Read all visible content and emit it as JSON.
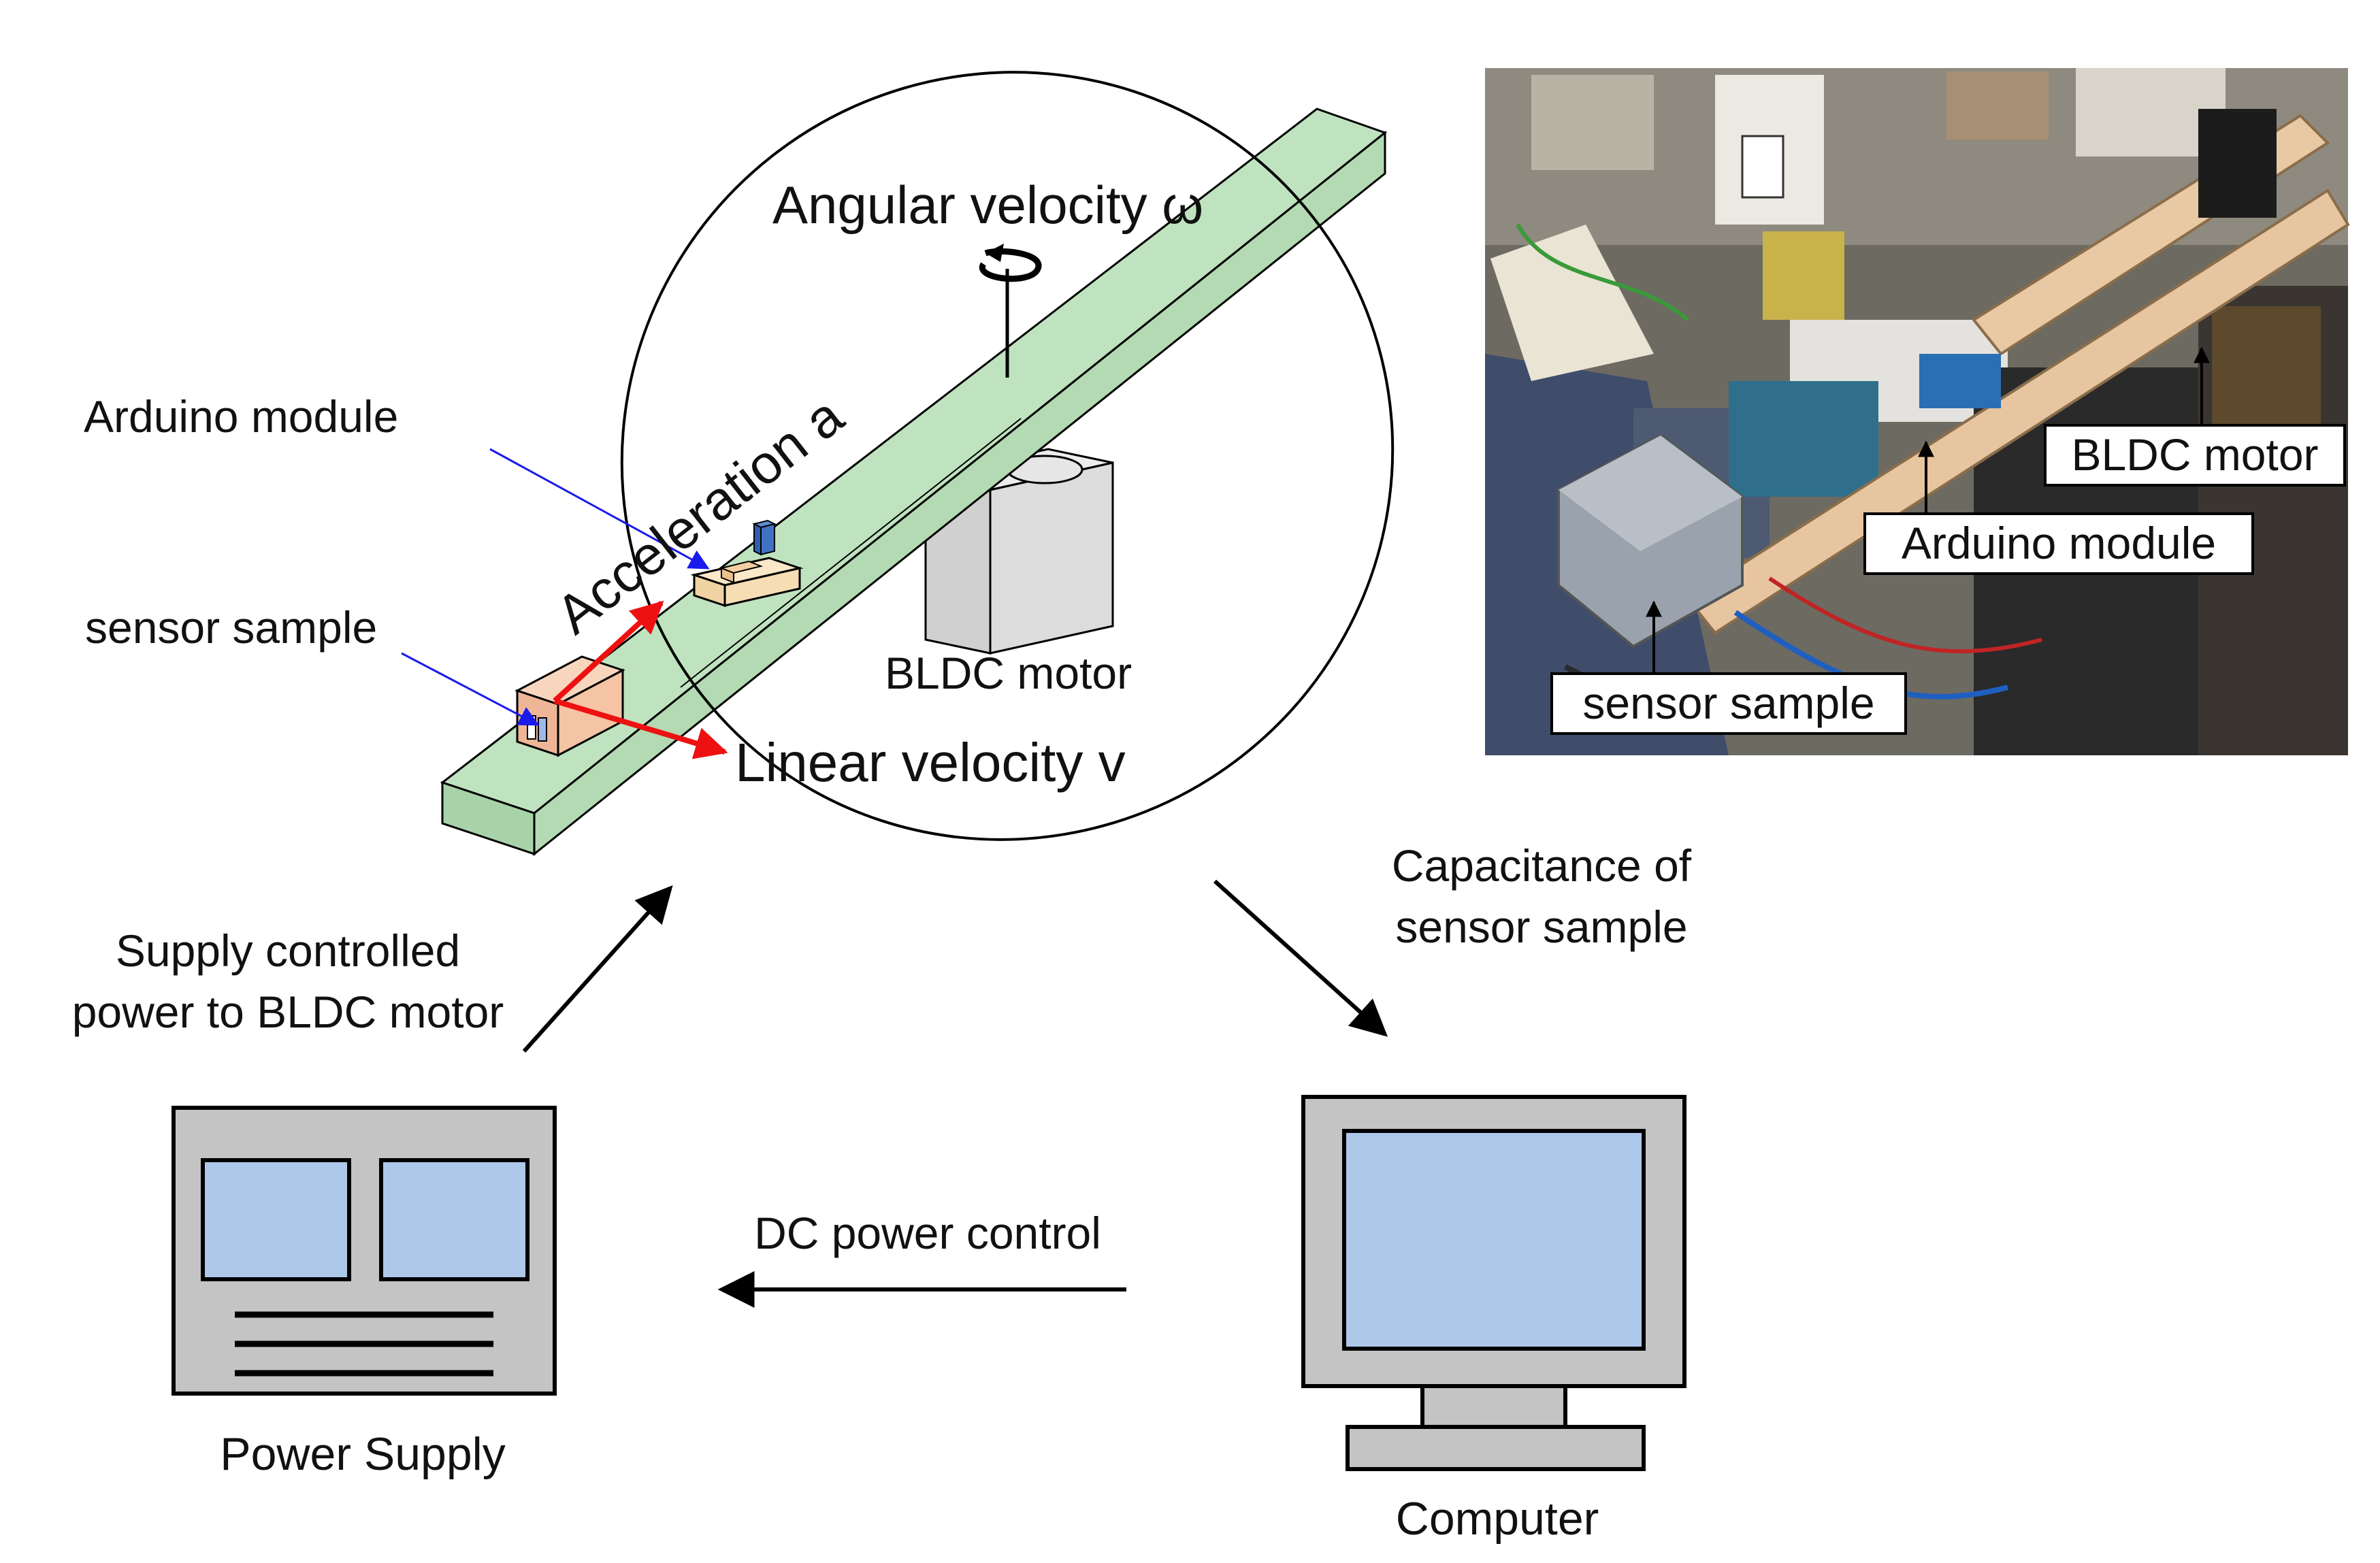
{
  "labels": {
    "angular_velocity": "Angular velocity ω",
    "acceleration": "Acceleration a",
    "arduino_module": "Arduino module",
    "sensor_sample": "sensor sample",
    "bldc_motor": "BLDC motor",
    "linear_velocity": "Linear velocity v",
    "capacitance_line1": "Capacitance of",
    "capacitance_line2": "sensor sample",
    "supply_line1": "Supply controlled",
    "supply_line2": "power to BLDC motor",
    "dc_power_control": "DC power control",
    "power_supply": "Power Supply",
    "computer": "Computer"
  },
  "photo_labels": {
    "bldc_motor": "BLDC motor",
    "arduino_module": "Arduino module",
    "sensor_sample": "sensor sample"
  },
  "colors": {
    "beam": "#bfe3bf",
    "motor": "#dcdcdc",
    "screen": "#aec8ea",
    "device": "#c4c4c4",
    "sensor": "#f4c4a4",
    "arduino": "#f7ddb4",
    "arrow_red": "#ee1111",
    "pointer_blue": "#1a1aee"
  }
}
